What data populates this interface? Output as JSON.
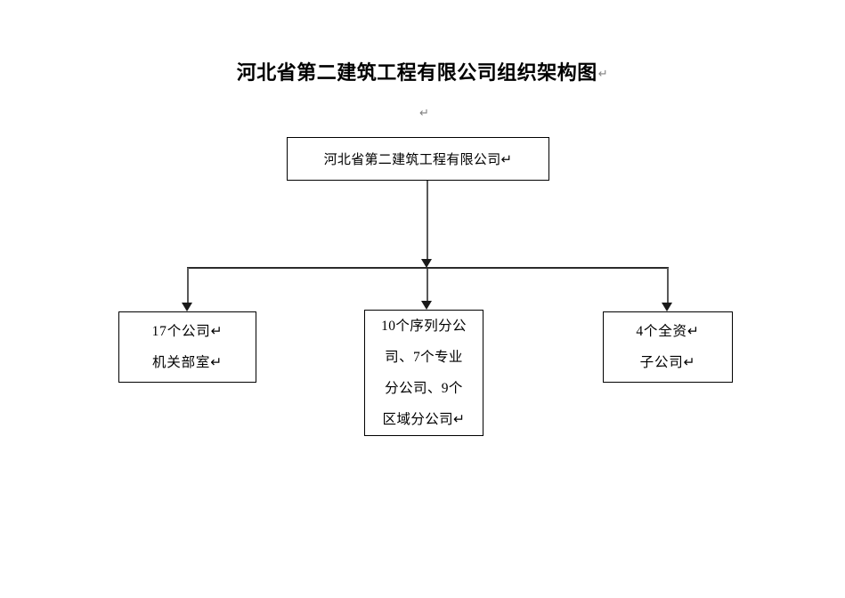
{
  "document": {
    "title": "河北省第二建筑工程有限公司组织架构图",
    "title_mark": "↵",
    "standalone_paragraph_mark": "↵"
  },
  "colors": {
    "text": "#000000",
    "box_border": "#000000",
    "connector_line": "#595959",
    "connector_bar": "#2b2b2b",
    "arrowhead": "#1a1a1a",
    "paragraph_mark": "#808080",
    "background": "#ffffff"
  },
  "chart_data": {
    "type": "diagram",
    "diagram_type": "organization-chart",
    "title": "河北省第二建筑工程有限公司组织架构图",
    "orientation": "top-down",
    "nodes": [
      {
        "id": "root",
        "level": 0,
        "lines": [
          "河北省第二建筑工程有限公司↵"
        ],
        "text": "河北省第二建筑工程有限公司"
      },
      {
        "id": "departments",
        "level": 1,
        "lines": [
          "17个公司↵",
          "机关部室↵"
        ],
        "text": "17个公司机关部室",
        "count": 17,
        "unit": "个",
        "category": "公司机关部室"
      },
      {
        "id": "branches",
        "level": 1,
        "lines": [
          "10个序列分公",
          "司、7个专业",
          "分公司、9个",
          "区域分公司↵"
        ],
        "text": "10个序列分公司、7个专业分公司、9个区域分公司",
        "items": [
          {
            "count": 10,
            "category": "序列分公司"
          },
          {
            "count": 7,
            "category": "专业分公司"
          },
          {
            "count": 9,
            "category": "区域分公司"
          }
        ]
      },
      {
        "id": "subsidiaries",
        "level": 1,
        "lines": [
          "4个全资↵",
          "子公司↵"
        ],
        "text": "4个全资子公司",
        "count": 4,
        "unit": "个",
        "category": "全资子公司"
      }
    ],
    "edges": [
      {
        "from": "root",
        "to": "departments",
        "arrow": "down"
      },
      {
        "from": "root",
        "to": "branches",
        "arrow": "down"
      },
      {
        "from": "root",
        "to": "subsidiaries",
        "arrow": "down"
      }
    ]
  }
}
